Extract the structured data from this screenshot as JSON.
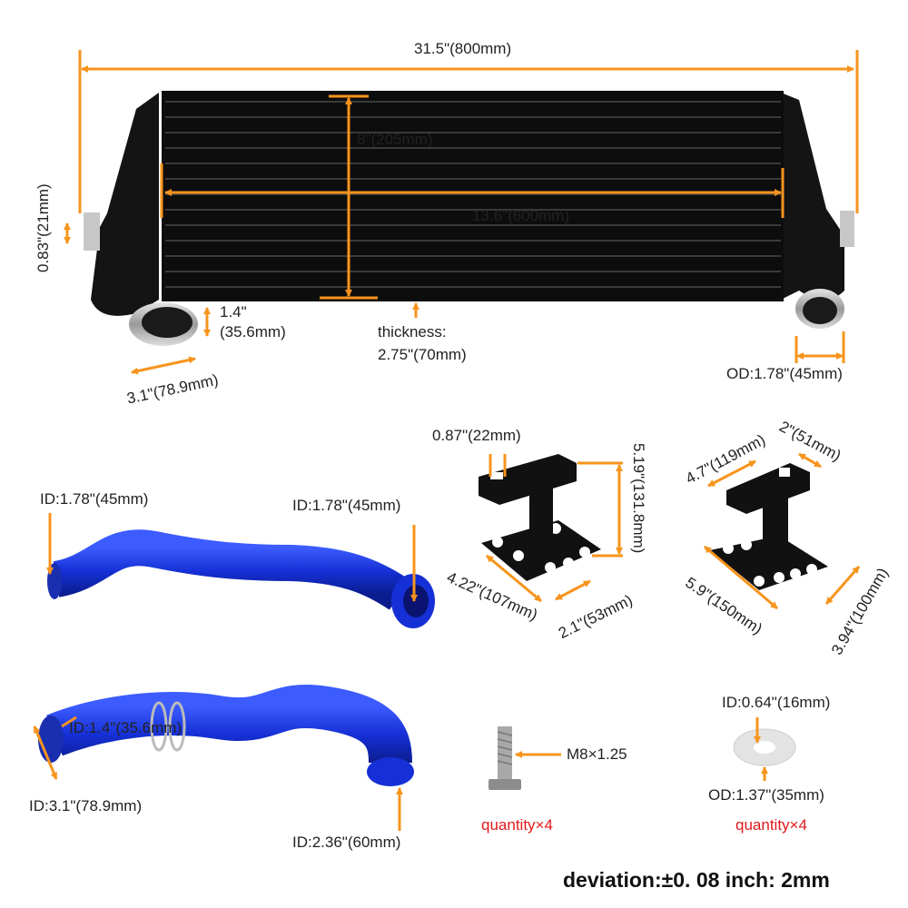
{
  "intercooler": {
    "overall_length": "31.5\"(800mm)",
    "core_height": "8\"(205mm)",
    "core_width": "13.6\"(600mm)",
    "thickness_label": "thickness:",
    "thickness_value": "2.75\"(70mm)",
    "bracket_hole": "0.83\"(21mm)",
    "inlet_height_in": "1.4\"",
    "inlet_height_mm": "(35.6mm)",
    "inlet_length": "3.1\"(78.9mm)",
    "outlet_od": "OD:1.78\"(45mm)"
  },
  "hose1": {
    "id_left": "ID:1.78\"(45mm)",
    "id_right": "ID:1.78\"(45mm)"
  },
  "hose2": {
    "id_small": "ID:1.4\"(35.6mm)",
    "id_left": "ID:3.1\"(78.9mm)",
    "id_right": "ID:2.36\"(60mm)"
  },
  "bracket1": {
    "slot": "0.87\"(22mm)",
    "height": "5.19\"(131.8mm)",
    "base_length": "4.22\"(107mm)",
    "base_width": "2.1\"(53mm)"
  },
  "bracket2": {
    "top_length": "4.7\"(119mm)",
    "top_width": "2\"(51mm)",
    "base_length": "5.9\"(150mm)",
    "base_width": "3.94\"(100mm)"
  },
  "bolt": {
    "spec": "M8×1.25",
    "quantity": "quantity×4"
  },
  "washer": {
    "id": "ID:0.64\"(16mm)",
    "od": "OD:1.37\"(35mm)",
    "quantity": "quantity×4"
  },
  "footer": {
    "deviation": "deviation:±0. 08 inch: 2mm"
  },
  "colors": {
    "dimension_line": "#f7941d",
    "hose": "#1530d6",
    "core": "#0d0d0d",
    "quantity_text": "#e0191b"
  }
}
